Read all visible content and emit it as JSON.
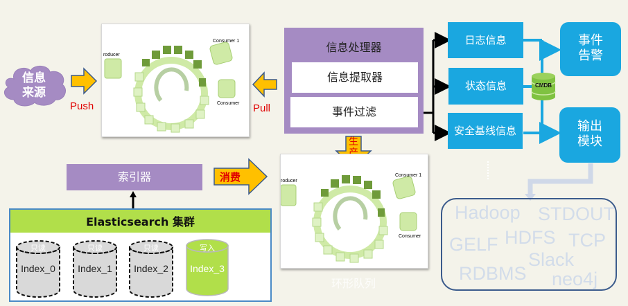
{
  "source": {
    "label_line1": "信息",
    "label_line2": "来源"
  },
  "arrows": {
    "push": "Push",
    "pull": "Pull",
    "produce_line1": "生",
    "produce_line2": "产",
    "consume": "消费"
  },
  "ring_buffer": {
    "producer": "roducer",
    "consumer1": "Consumer 1",
    "consumer": "Consumer",
    "caption": "环形队列"
  },
  "processor": {
    "title": "信息处理器",
    "extractor": "信息提取器",
    "filter": "事件过滤"
  },
  "info_types": [
    "日志信息",
    "状态信息",
    "安全基线信息"
  ],
  "cmdb": "CMDB",
  "outputs": {
    "alert_line1": "事件",
    "alert_line2": "告警",
    "output_line1": "输出",
    "output_line2": "模块"
  },
  "indexer": "索引器",
  "es_cluster": {
    "title": "Elasticsearch 集群",
    "indices": [
      {
        "name": "Index_0",
        "mode": "只读"
      },
      {
        "name": "Index_1",
        "mode": "只读"
      },
      {
        "name": "Index_2",
        "mode": "只读"
      },
      {
        "name": "Index_3",
        "mode": "写入"
      }
    ]
  },
  "sinks": [
    "Hadoop",
    "STDOUT",
    "GELF",
    "HDFS",
    "TCP",
    "Slack",
    "RDBMS",
    "neo4j"
  ],
  "colors": {
    "purple": "#a58bc3",
    "blue": "#1aa7e0",
    "green": "#b1df4a",
    "arrow_yellow": "#ffc000",
    "red": "#e00000"
  }
}
